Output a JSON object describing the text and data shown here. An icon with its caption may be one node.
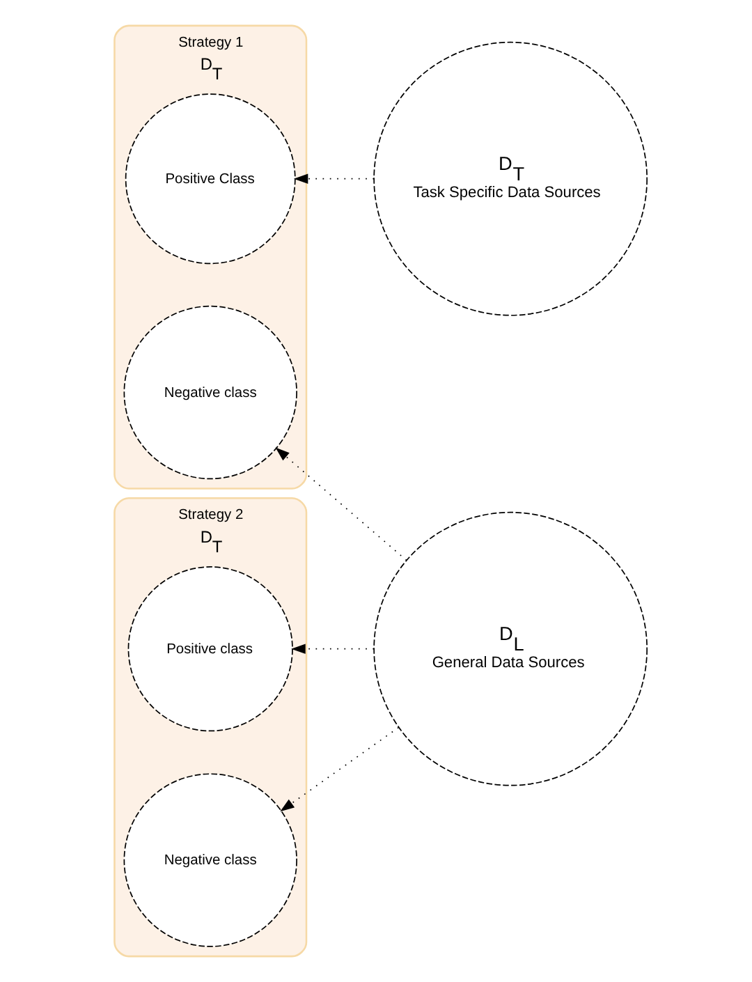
{
  "diagram": {
    "nodes": [
      {
        "text": [
          "Strategy 1",
          "D$_{T}$"
        ]
      },
      {
        "text": [
          "Positive Class"
        ],
        "in": 0
      },
      {
        "text": [
          "Negative class"
        ],
        "in": 0
      },
      {
        "text": [
          "Strategy 2",
          "D$_{T}$"
        ]
      },
      {
        "text": [
          "Positive class"
        ],
        "in": 3
      },
      {
        "text": [
          "Negative class"
        ],
        "in": 3
      },
      {
        "text": [
          "D$_{T}$",
          "Task Specific Data Sources"
        ]
      },
      {
        "text": [
          "D$_{L}$",
          "General Data Sources"
        ]
      }
    ],
    "edges": [
      {
        "from": 6,
        "to": 1,
        "arrow": "to",
        "style": "dashed"
      },
      {
        "from": 7,
        "to": 2,
        "arrow": "to",
        "style": "dashed"
      },
      {
        "from": 7,
        "to": 4,
        "arrow": "to",
        "style": "dashed"
      },
      {
        "from": 7,
        "to": 5,
        "arrow": "to",
        "style": "dashed"
      }
    ]
  }
}
